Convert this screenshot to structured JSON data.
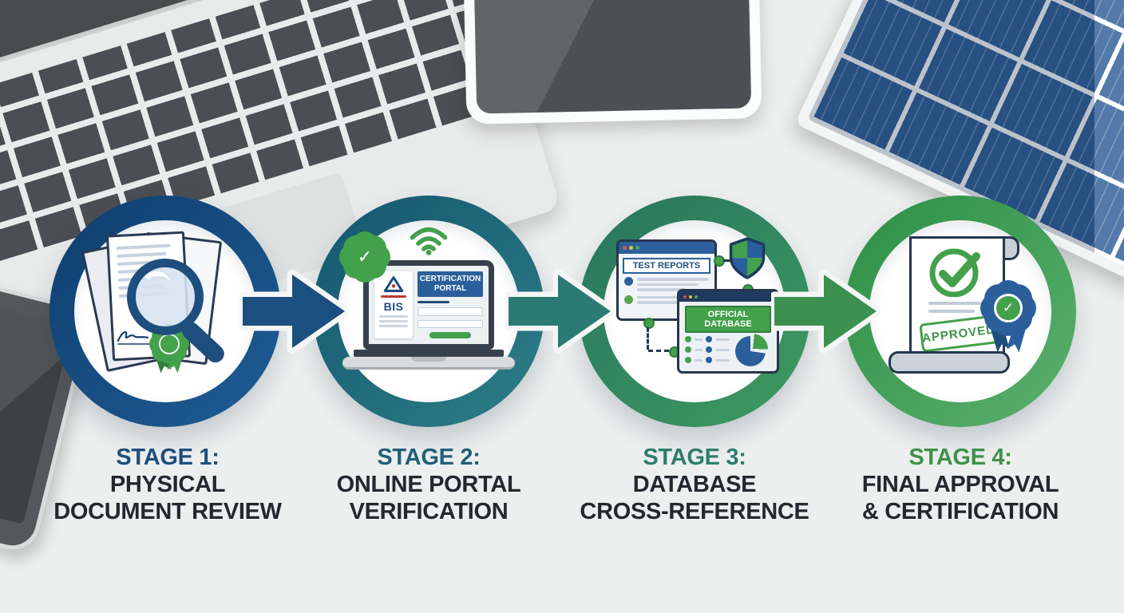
{
  "stages": [
    {
      "heading": "STAGE 1:",
      "line1": "PHYSICAL",
      "line2": "DOCUMENT REVIEW",
      "heading_color": "#1d4e7e"
    },
    {
      "heading": "STAGE 2:",
      "line1": "ONLINE PORTAL",
      "line2": "VERIFICATION",
      "heading_color": "#206079"
    },
    {
      "heading": "STAGE 3:",
      "line1": "DATABASE",
      "line2": "CROSS-REFERENCE",
      "heading_color": "#2e7d6a"
    },
    {
      "heading": "STAGE 4:",
      "line1": "FINAL APPROVAL",
      "line2": "& CERTIFICATION",
      "heading_color": "#3f9149"
    }
  ],
  "stage2_icon": {
    "bis_label": "BIS",
    "portal_title_line1": "CERTIFICATION",
    "portal_title_line2": "PORTAL"
  },
  "stage3_icon": {
    "window1_title": "TEST REPORTS",
    "window2_title_line1": "OFFICIAL",
    "window2_title_line2": "DATABASE"
  },
  "stage4_icon": {
    "stamp_text": "APPROVED"
  },
  "icons": {
    "check": "✓"
  },
  "colors": {
    "background": "#edefee",
    "stage1_ring": "#15497d",
    "stage2_ring": "#23707c",
    "stage3_ring": "#35855f",
    "stage4_ring": "#3f9a4c",
    "arrow1": "#1b4f80",
    "arrow2": "#2b7b74",
    "arrow3": "#3c9150",
    "green_accent": "#43a04b",
    "blue_accent": "#2b5f9b",
    "body_text": "#23282e"
  }
}
